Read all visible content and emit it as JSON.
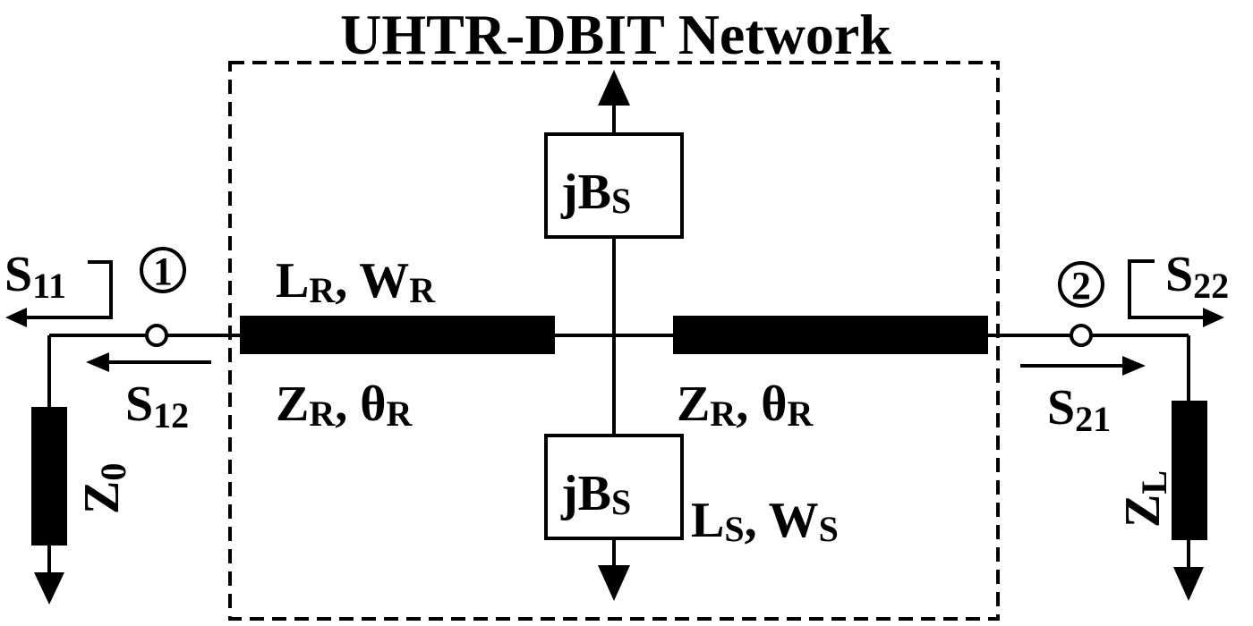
{
  "title": "UHTR-DBIT Network",
  "labels": {
    "s11": {
      "main": "S",
      "sub": "11"
    },
    "s12": {
      "main": "S",
      "sub": "12"
    },
    "s21": {
      "main": "S",
      "sub": "21"
    },
    "s22": {
      "main": "S",
      "sub": "22"
    },
    "port1": "1",
    "port2": "2",
    "z0": {
      "main": "Z",
      "sub": "0"
    },
    "zl": {
      "main": "Z",
      "sub": "L"
    },
    "lr_wr": {
      "l": "L",
      "l_sub": "R",
      "sep": ", ",
      "w": "W",
      "w_sub": "R"
    },
    "zr_thr_left": {
      "z": "Z",
      "z_sub": "R",
      "sep": ", ",
      "t": "θ",
      "t_sub": "R"
    },
    "zr_thr_right": {
      "z": "Z",
      "z_sub": "R",
      "sep": ", ",
      "t": "θ",
      "t_sub": "R"
    },
    "jbs_top": {
      "main": "jB",
      "sub": "S"
    },
    "jbs_bottom": {
      "main": "jB",
      "sub": "S"
    },
    "ls_ws": {
      "l": "L",
      "l_sub": "S",
      "sep": ", ",
      "w": "W",
      "w_sub": "S"
    }
  }
}
